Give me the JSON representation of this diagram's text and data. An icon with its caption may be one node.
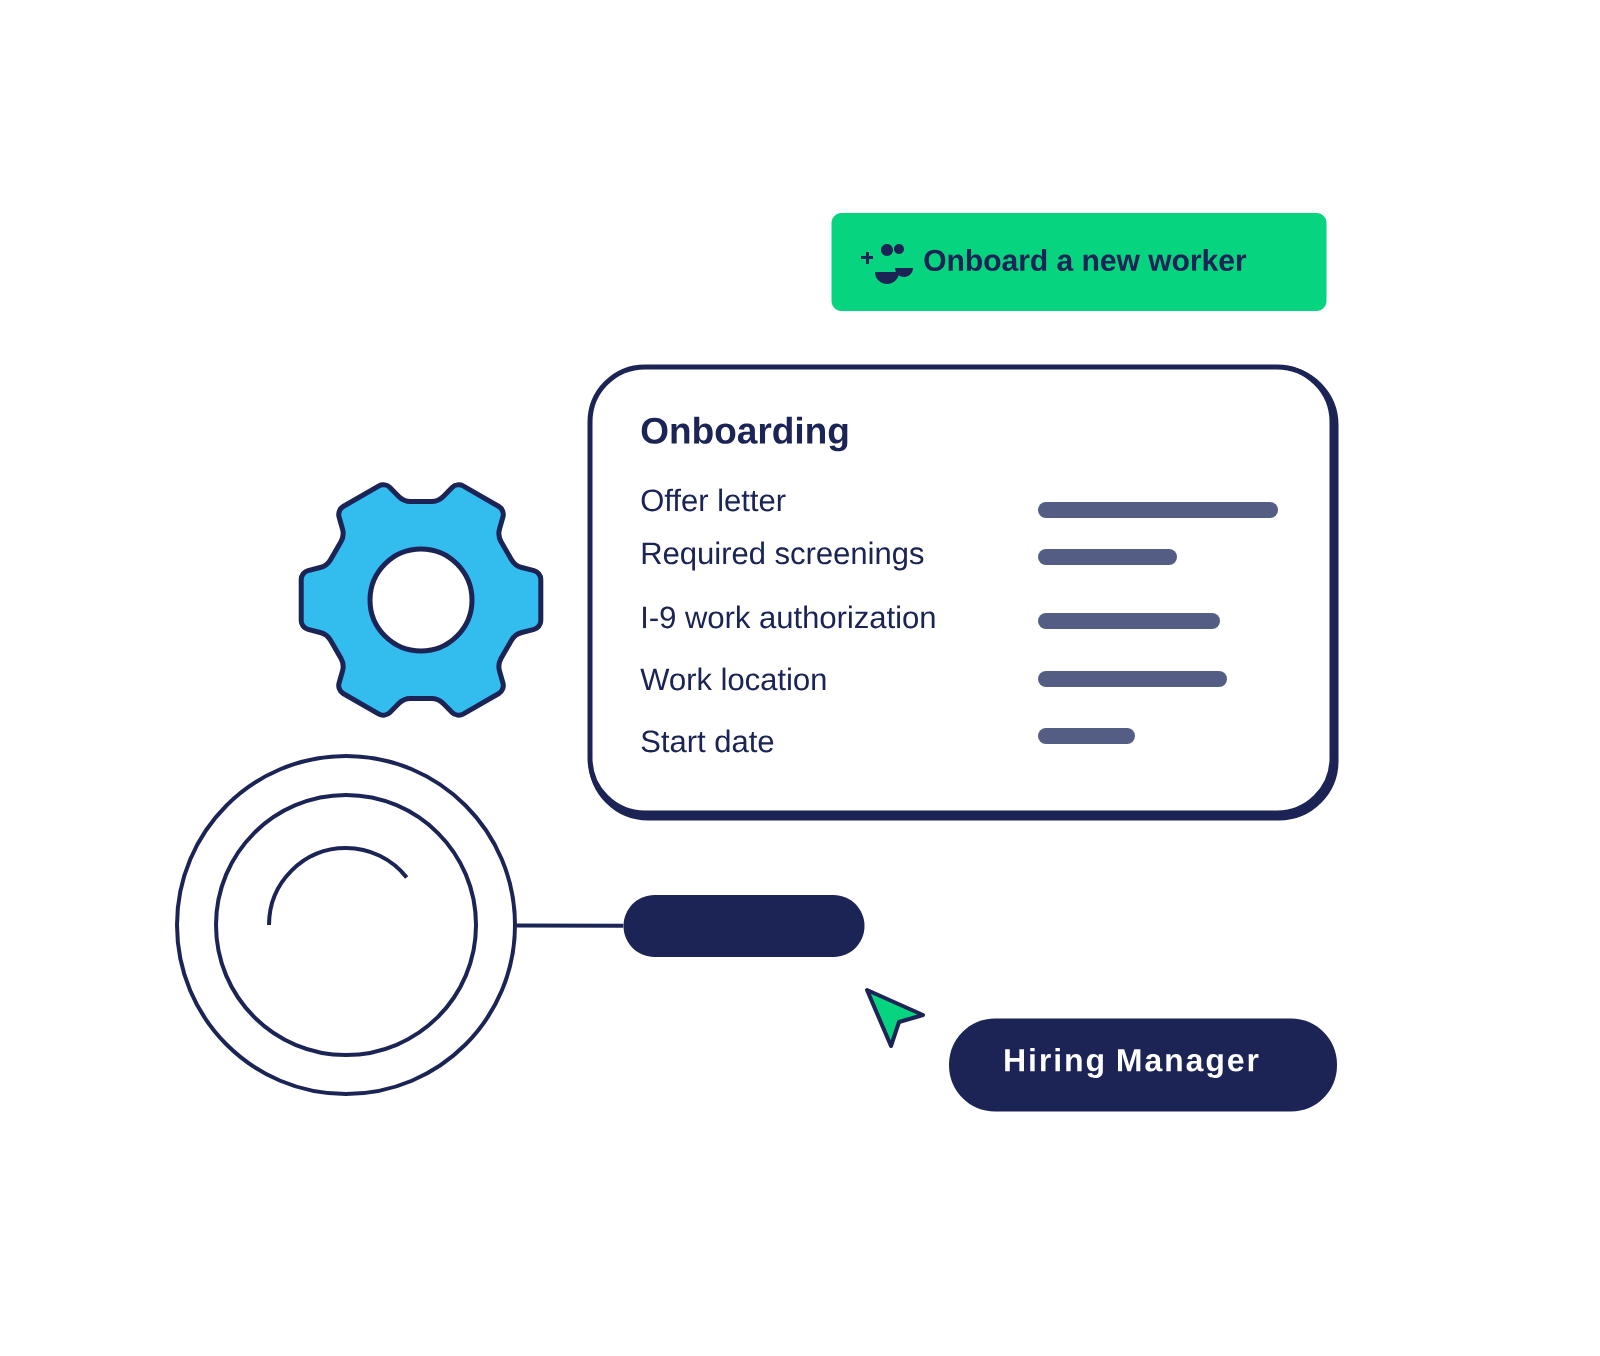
{
  "diagram": {
    "nodes": [
      {
        "text": [
          "Onboard a new worker"
        ]
      },
      {
        "text": [
          "Onboarding",
          "Offer letter",
          "Required screenings",
          "I-9 work authorization",
          "Work location",
          "Start date"
        ]
      },
      {
        "text": [],
        "shape": "circle"
      },
      {
        "text": [],
        "shape": "bar"
      },
      {
        "text": [
          "Hiring Manager"
        ]
      }
    ],
    "edges": [
      {
        "from": 2,
        "to": 3,
        "arrow": "none"
      }
    ]
  }
}
